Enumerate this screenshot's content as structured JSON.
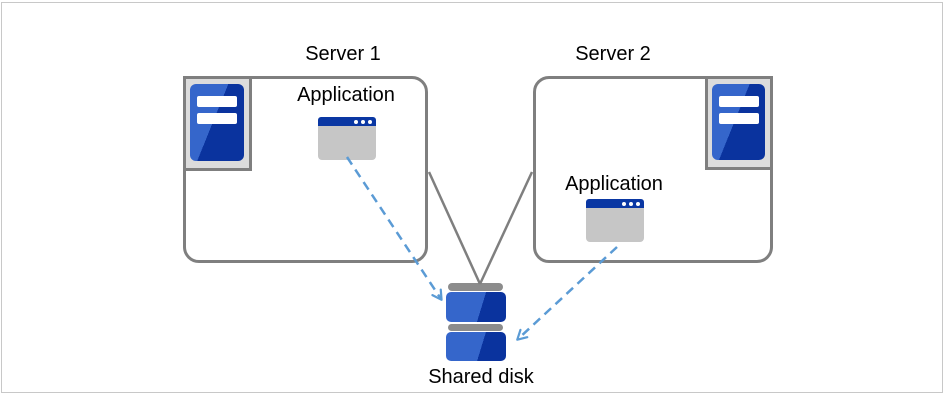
{
  "servers": [
    {
      "title": "Server 1",
      "application_label": "Application"
    },
    {
      "title": "Server 2",
      "application_label": "Application"
    }
  ],
  "shared_disk": {
    "label": "Shared disk"
  },
  "icons": {
    "server": "server-tower-icon",
    "application": "application-window-icon",
    "disk": "disk-stack-icon"
  },
  "colors": {
    "light_blue": "#3566CB",
    "dark_blue": "#0A339E",
    "titlebar_blue": "#0A37A3",
    "app_gray": "#C6C6C6",
    "panel_gray": "#DCDCDC",
    "border_gray": "#7F7F7F",
    "cap_gray": "#8C8C8C",
    "arrow_blue": "#5B9BD5",
    "frame_gray": "#C8C8C8"
  }
}
